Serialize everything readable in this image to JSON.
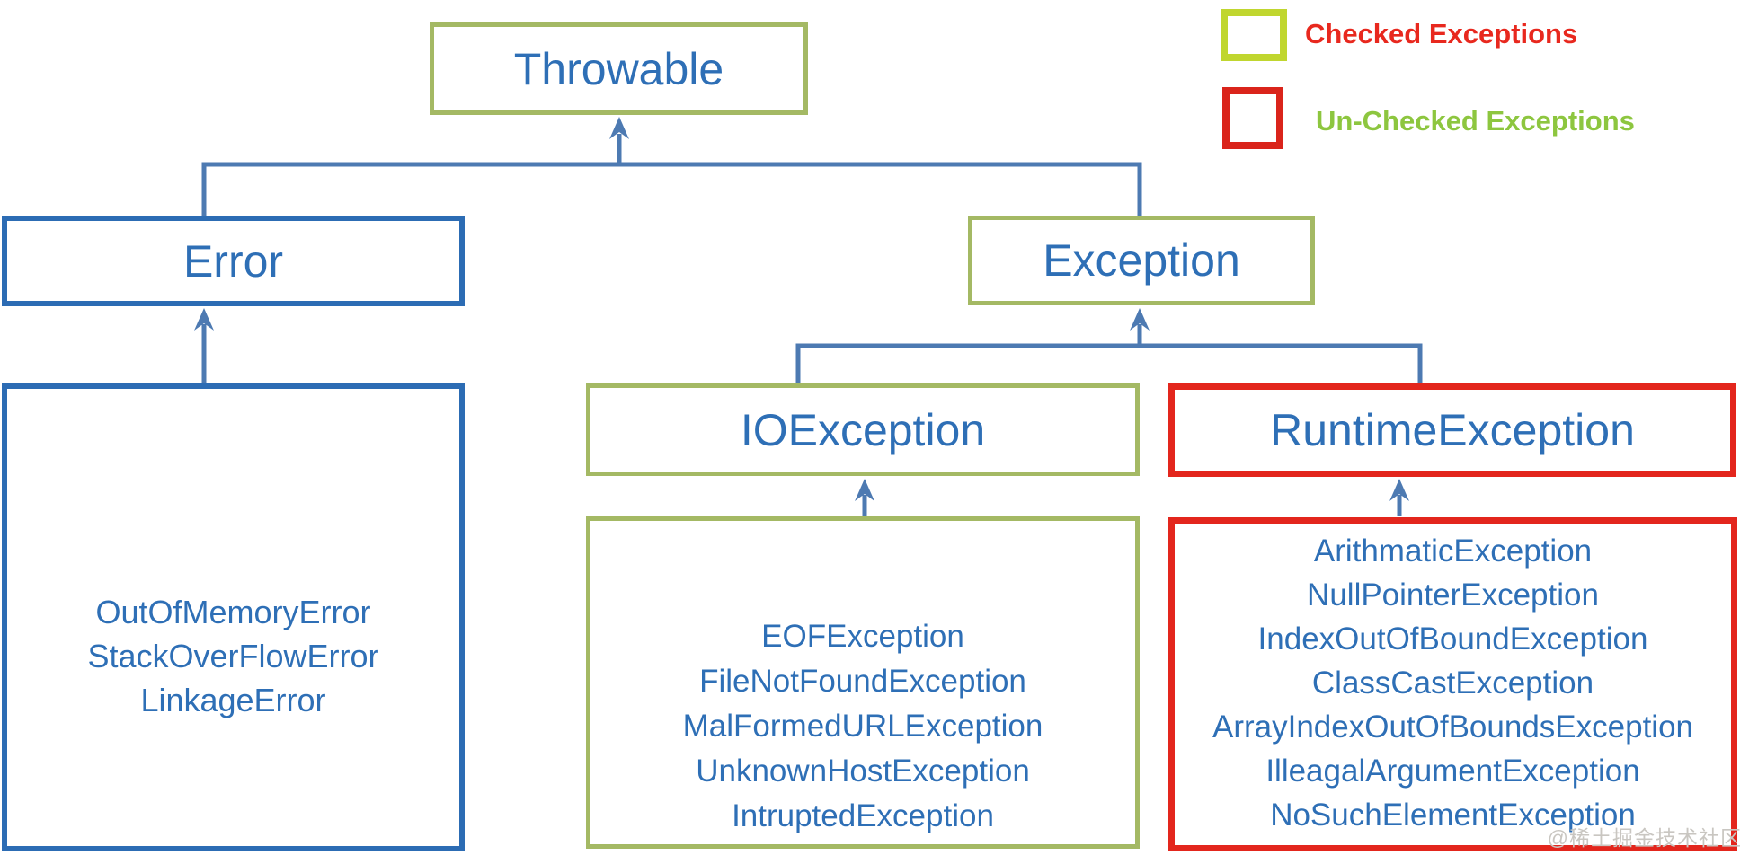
{
  "legend": {
    "checked": {
      "label": "Checked Exceptions",
      "swatch_color": "#c0d62f",
      "label_color": "#e8281e"
    },
    "unchecked": {
      "label": "Un-Checked Exceptions",
      "swatch_color": "#da241b",
      "label_color": "#8dc63f"
    }
  },
  "nodes": {
    "throwable": {
      "label": "Throwable",
      "border": "green"
    },
    "error": {
      "label": "Error",
      "border": "blue",
      "children": [
        "OutOfMemoryError",
        "StackOverFlowError",
        "LinkageError"
      ]
    },
    "exception": {
      "label": "Exception",
      "border": "green"
    },
    "ioexception": {
      "label": "IOException",
      "border": "green",
      "children": [
        "EOFException",
        "FileNotFoundException",
        "MalFormedURLException",
        "UnknownHostException",
        "IntruptedException"
      ]
    },
    "runtimeexception": {
      "label": "RuntimeException",
      "border": "red",
      "children": [
        "ArithmaticException",
        "NullPointerException",
        "IndexOutOfBoundException",
        "ClassCastException",
        "ArrayIndexOutOfBoundsException",
        "IlleagalArgumentException",
        "NoSuchElementException"
      ]
    }
  },
  "colors": {
    "node_text_blue": "#2e6fb6",
    "connector_blue": "#4d7ab2",
    "blue_border": "#2c6cb4",
    "green_border": "#a4b964",
    "red_border": "#e3261d",
    "legend_checked_swatch": "#c0d62f",
    "legend_checked_label": "#e8281e",
    "legend_unchecked_swatch": "#da241b",
    "legend_unchecked_label": "#8dc63f",
    "watermark_gray": "#c9c6c1",
    "bg": "#ffffff"
  },
  "watermark": {
    "text": "@稀土掘金技术社区"
  }
}
